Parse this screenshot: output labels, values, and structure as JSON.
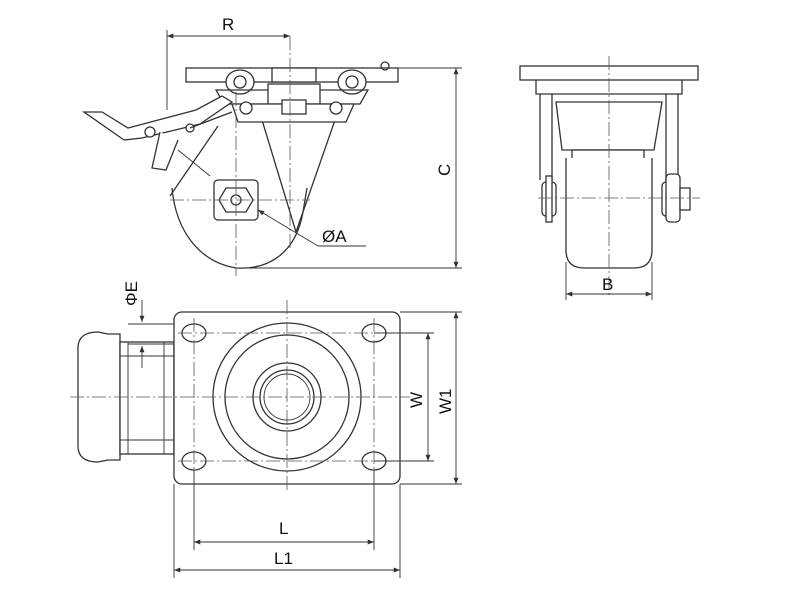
{
  "drawing": {
    "labels": {
      "R": "R",
      "C": "C",
      "A": "ØA",
      "B": "B",
      "E": "ΦE",
      "W": "W",
      "W1": "W1",
      "L": "L",
      "L1": "L1"
    },
    "colors": {
      "line": "#333333",
      "background": "#ffffff"
    }
  }
}
